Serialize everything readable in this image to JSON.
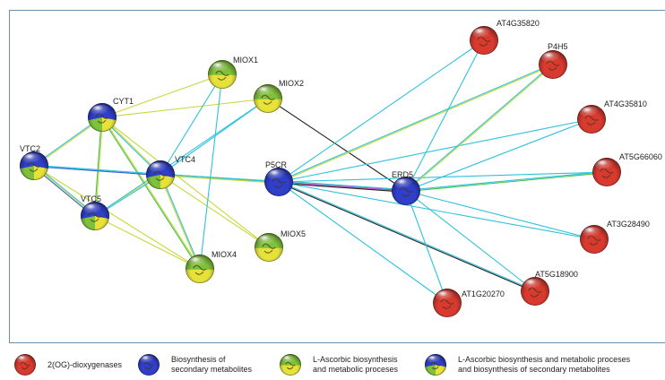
{
  "colors": {
    "red": "#d93a2f",
    "blue": "#2f3fc9",
    "green": "#7fc13a",
    "yellow": "#e6e23a",
    "edge_cyan": "#2ec2dc",
    "edge_yellow": "#c9d83a",
    "edge_green": "#3fc24a",
    "edge_black": "#222222",
    "edge_magenta": "#d23ad8",
    "edge_blue": "#3a5ad8"
  },
  "nodes": [
    {
      "id": "MIOX1",
      "label": "MIOX1",
      "group": "ascorbic"
    },
    {
      "id": "MIOX2",
      "label": "MIOX2",
      "group": "ascorbic"
    },
    {
      "id": "CYT1",
      "label": "CYT1",
      "group": "both"
    },
    {
      "id": "VTC2",
      "label": "VTC2",
      "group": "both"
    },
    {
      "id": "VTC4",
      "label": "VTC4",
      "group": "both"
    },
    {
      "id": "VTC5",
      "label": "VTC5",
      "group": "both"
    },
    {
      "id": "MIOX5",
      "label": "MIOX5",
      "group": "ascorbic"
    },
    {
      "id": "MIOX4",
      "label": "MIOX4",
      "group": "ascorbic"
    },
    {
      "id": "P5CR",
      "label": "P5CR",
      "group": "secondary"
    },
    {
      "id": "ERD5",
      "label": "ERD5",
      "group": "secondary"
    },
    {
      "id": "AT4G35820",
      "label": "AT4G35820",
      "group": "dioxygenase"
    },
    {
      "id": "P4H5",
      "label": "P4H5",
      "group": "dioxygenase"
    },
    {
      "id": "AT4G35810",
      "label": "AT4G35810",
      "group": "dioxygenase"
    },
    {
      "id": "AT5G66060",
      "label": "AT5G66060",
      "group": "dioxygenase"
    },
    {
      "id": "AT3G28490",
      "label": "AT3G28490",
      "group": "dioxygenase"
    },
    {
      "id": "AT5G18900",
      "label": "AT5G18900",
      "group": "dioxygenase"
    },
    {
      "id": "AT1G20270",
      "label": "AT1G20270",
      "group": "dioxygenase"
    }
  ],
  "edges": [
    {
      "from": "CYT1",
      "to": "MIOX1",
      "colors": [
        "edge_yellow"
      ]
    },
    {
      "from": "CYT1",
      "to": "MIOX2",
      "colors": [
        "edge_yellow"
      ]
    },
    {
      "from": "CYT1",
      "to": "VTC2",
      "colors": [
        "edge_yellow",
        "edge_cyan"
      ]
    },
    {
      "from": "CYT1",
      "to": "VTC4",
      "colors": [
        "edge_yellow",
        "edge_cyan"
      ]
    },
    {
      "from": "CYT1",
      "to": "VTC5",
      "colors": [
        "edge_yellow",
        "edge_green"
      ]
    },
    {
      "from": "CYT1",
      "to": "MIOX4",
      "colors": [
        "edge_yellow",
        "edge_green"
      ]
    },
    {
      "from": "CYT1",
      "to": "MIOX5",
      "colors": [
        "edge_yellow"
      ]
    },
    {
      "from": "VTC2",
      "to": "VTC5",
      "colors": [
        "edge_cyan",
        "edge_yellow",
        "edge_blue"
      ]
    },
    {
      "from": "VTC2",
      "to": "VTC4",
      "colors": [
        "edge_cyan",
        "edge_blue"
      ]
    },
    {
      "from": "VTC2",
      "to": "P5CR",
      "colors": [
        "edge_cyan"
      ]
    },
    {
      "from": "VTC2",
      "to": "MIOX4",
      "colors": [
        "edge_yellow"
      ]
    },
    {
      "from": "VTC4",
      "to": "MIOX1",
      "colors": [
        "edge_cyan"
      ]
    },
    {
      "from": "VTC4",
      "to": "MIOX2",
      "colors": [
        "edge_cyan"
      ]
    },
    {
      "from": "VTC4",
      "to": "VTC5",
      "colors": [
        "edge_cyan",
        "edge_yellow"
      ]
    },
    {
      "from": "VTC4",
      "to": "MIOX4",
      "colors": [
        "edge_cyan",
        "edge_yellow"
      ]
    },
    {
      "from": "VTC4",
      "to": "MIOX5",
      "colors": [
        "edge_yellow"
      ]
    },
    {
      "from": "VTC4",
      "to": "P5CR",
      "colors": [
        "edge_cyan",
        "edge_yellow"
      ]
    },
    {
      "from": "VTC4",
      "to": "ERD5",
      "colors": [
        "edge_cyan",
        "edge_yellow"
      ]
    },
    {
      "from": "VTC5",
      "to": "MIOX4",
      "colors": [
        "edge_yellow"
      ]
    },
    {
      "from": "VTC5",
      "to": "MIOX2",
      "colors": [
        "edge_cyan"
      ]
    },
    {
      "from": "MIOX1",
      "to": "MIOX4",
      "colors": [
        "edge_cyan"
      ]
    },
    {
      "from": "MIOX2",
      "to": "ERD5",
      "colors": [
        "edge_black"
      ]
    },
    {
      "from": "P5CR",
      "to": "ERD5",
      "colors": [
        "edge_cyan",
        "edge_magenta",
        "edge_black"
      ]
    },
    {
      "from": "P5CR",
      "to": "AT4G35820",
      "colors": [
        "edge_cyan"
      ]
    },
    {
      "from": "P5CR",
      "to": "P4H5",
      "colors": [
        "edge_cyan",
        "edge_yellow"
      ]
    },
    {
      "from": "P5CR",
      "to": "AT4G35810",
      "colors": [
        "edge_cyan"
      ]
    },
    {
      "from": "P5CR",
      "to": "AT5G66060",
      "colors": [
        "edge_cyan"
      ]
    },
    {
      "from": "P5CR",
      "to": "AT3G28490",
      "colors": [
        "edge_cyan"
      ]
    },
    {
      "from": "P5CR",
      "to": "AT5G18900",
      "colors": [
        "edge_cyan",
        "edge_black"
      ]
    },
    {
      "from": "P5CR",
      "to": "AT1G20270",
      "colors": [
        "edge_cyan"
      ]
    },
    {
      "from": "ERD5",
      "to": "AT4G35820",
      "colors": [
        "edge_cyan"
      ]
    },
    {
      "from": "ERD5",
      "to": "P4H5",
      "colors": [
        "edge_cyan",
        "edge_yellow"
      ]
    },
    {
      "from": "ERD5",
      "to": "AT4G35810",
      "colors": [
        "edge_cyan"
      ]
    },
    {
      "from": "ERD5",
      "to": "AT5G66060",
      "colors": [
        "edge_cyan",
        "edge_green"
      ]
    },
    {
      "from": "ERD5",
      "to": "AT3G28490",
      "colors": [
        "edge_cyan"
      ]
    },
    {
      "from": "ERD5",
      "to": "AT5G18900",
      "colors": [
        "edge_cyan"
      ]
    },
    {
      "from": "ERD5",
      "to": "AT1G20270",
      "colors": [
        "edge_cyan"
      ]
    }
  ],
  "legend": [
    {
      "group": "dioxygenase",
      "label": "2(OG)-dioxygenases"
    },
    {
      "group": "secondary",
      "label": "Biosynthesis of\nsecondary metabolites"
    },
    {
      "group": "ascorbic",
      "label": "L-Ascorbic biosynthesis\nand metabolic proceses"
    },
    {
      "group": "both",
      "label": "L-Ascorbic biosynthesis and metabolic proceses\nand biosynthesis of secondary metabolites"
    }
  ]
}
